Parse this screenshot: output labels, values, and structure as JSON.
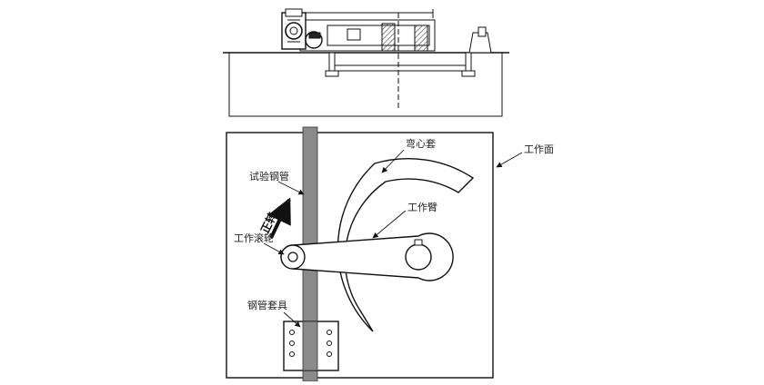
{
  "labels": {
    "bend_die": "弯心套",
    "work_surface": "工作面",
    "test_pipe": "试验钢管",
    "direction": "正转",
    "work_arm": "工作臂",
    "work_roller": "工作滚轮",
    "pipe_fixture": "钢管套具"
  },
  "colors": {
    "line": "#111111",
    "pipe_fill": "#8a8a8a",
    "arc_fill": "#ffffff",
    "hatch": "#444444"
  }
}
